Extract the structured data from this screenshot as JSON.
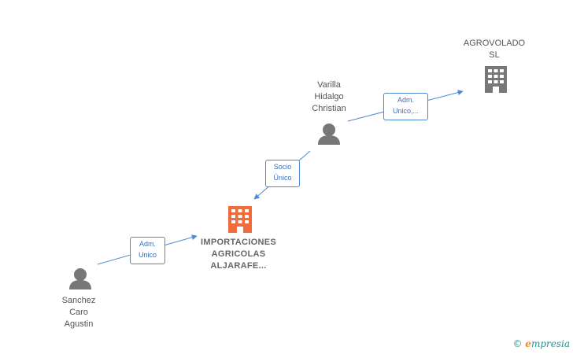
{
  "nodes": {
    "importaciones": {
      "label": "IMPORTACIONES\nAGRICOLAS\nALJARAFE...",
      "type": "company",
      "highlight": true
    },
    "agrovolado": {
      "label": "AGROVOLADO\nSL",
      "type": "company"
    },
    "varilla": {
      "label": "Varilla\nHidalgo\nChristian",
      "type": "person"
    },
    "sanchez": {
      "label": "Sanchez\nCaro\nAgustin",
      "type": "person"
    }
  },
  "edges": {
    "sanchez_to_importaciones": {
      "label": "Adm.\nUnico"
    },
    "varilla_to_importaciones": {
      "label": "Socio\nÚnico"
    },
    "varilla_to_agrovolado": {
      "label": "Adm.\nUnico,..."
    }
  },
  "brand": {
    "copyright": "©",
    "initial": "e",
    "name": "mpresia"
  },
  "colors": {
    "highlight_company": "#f26b3a",
    "company": "#777777",
    "person": "#777777",
    "edge": "#4a8ad4",
    "edge_label_text": "#3a6fb8"
  }
}
